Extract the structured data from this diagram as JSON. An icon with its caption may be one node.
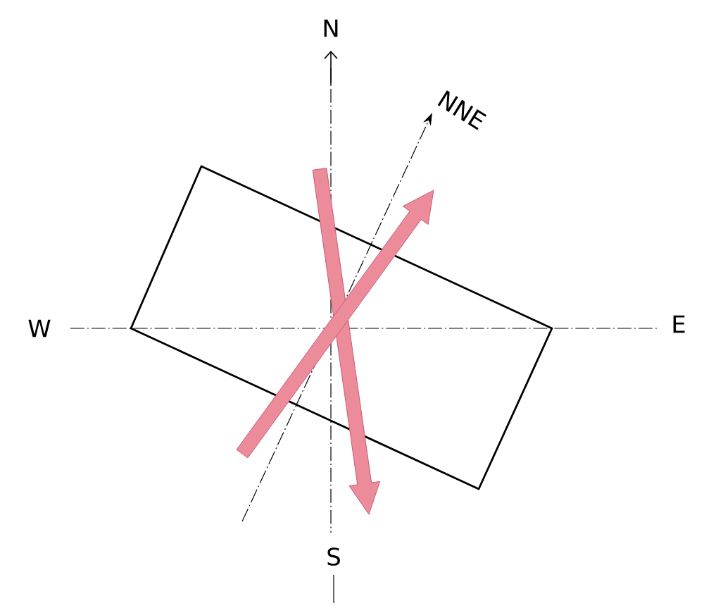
{
  "diagram": {
    "labels": [
      "N",
      "NNE",
      "W",
      "E",
      "S"
    ]
  }
}
